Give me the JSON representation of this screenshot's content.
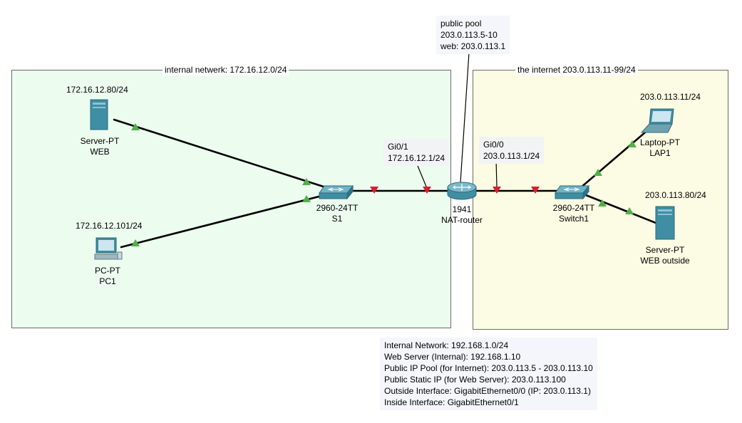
{
  "areas": {
    "internal": {
      "title": "internal netwerk: 172.16.12.0/24"
    },
    "internet": {
      "title": "the internet 203.0.113.11-99/24"
    }
  },
  "notes": {
    "pool": [
      "public pool",
      "203.0.113.5-10",
      "web: 203.0.113.1"
    ],
    "summary": [
      "Internal Network: 192.168.1.0/24",
      "Web Server (Internal): 192.168.1.10",
      "Public IP Pool (for Internet): 203.0.113.5 - 203.0.113.10",
      "Public Static IP (for Web Server): 203.0.113.100",
      "Outside Interface: GigabitEthernet0/0 (IP: 203.0.113.1)",
      "Inside Interface: GigabitEthernet0/1"
    ]
  },
  "devices": {
    "web_server": {
      "ip": "172.16.12.80/24",
      "model": "Server-PT",
      "name": "WEB",
      "icon": "server-icon"
    },
    "pc1": {
      "ip": "172.16.12.101/24",
      "model": "PC-PT",
      "name": "PC1",
      "icon": "pc-icon"
    },
    "s1": {
      "model": "2960-24TT",
      "name": "S1",
      "icon": "switch-icon"
    },
    "router": {
      "model": "1941",
      "name": "NAT-router",
      "icon": "router-icon",
      "gi01": {
        "name": "Gi0/1",
        "ip": "172.16.12.1/24"
      },
      "gi00": {
        "name": "Gi0/0",
        "ip": "203.0.113.1/24"
      }
    },
    "switch1": {
      "model": "2960-24TT",
      "name": "Switch1",
      "icon": "switch-icon"
    },
    "lap1": {
      "ip": "203.0.113.11/24",
      "model": "Laptop-PT",
      "name": "LAP1",
      "icon": "laptop-icon"
    },
    "web_outside": {
      "ip": "203.0.113.80/24",
      "model": "Server-PT",
      "name": "WEB outside",
      "icon": "server-icon"
    }
  },
  "colors": {
    "internal_bg": "#ecfcef",
    "internet_bg": "#fbfce3",
    "link_up": "#4fb04a",
    "link_down": "#d81e2b",
    "device": "#3f8ea3"
  }
}
